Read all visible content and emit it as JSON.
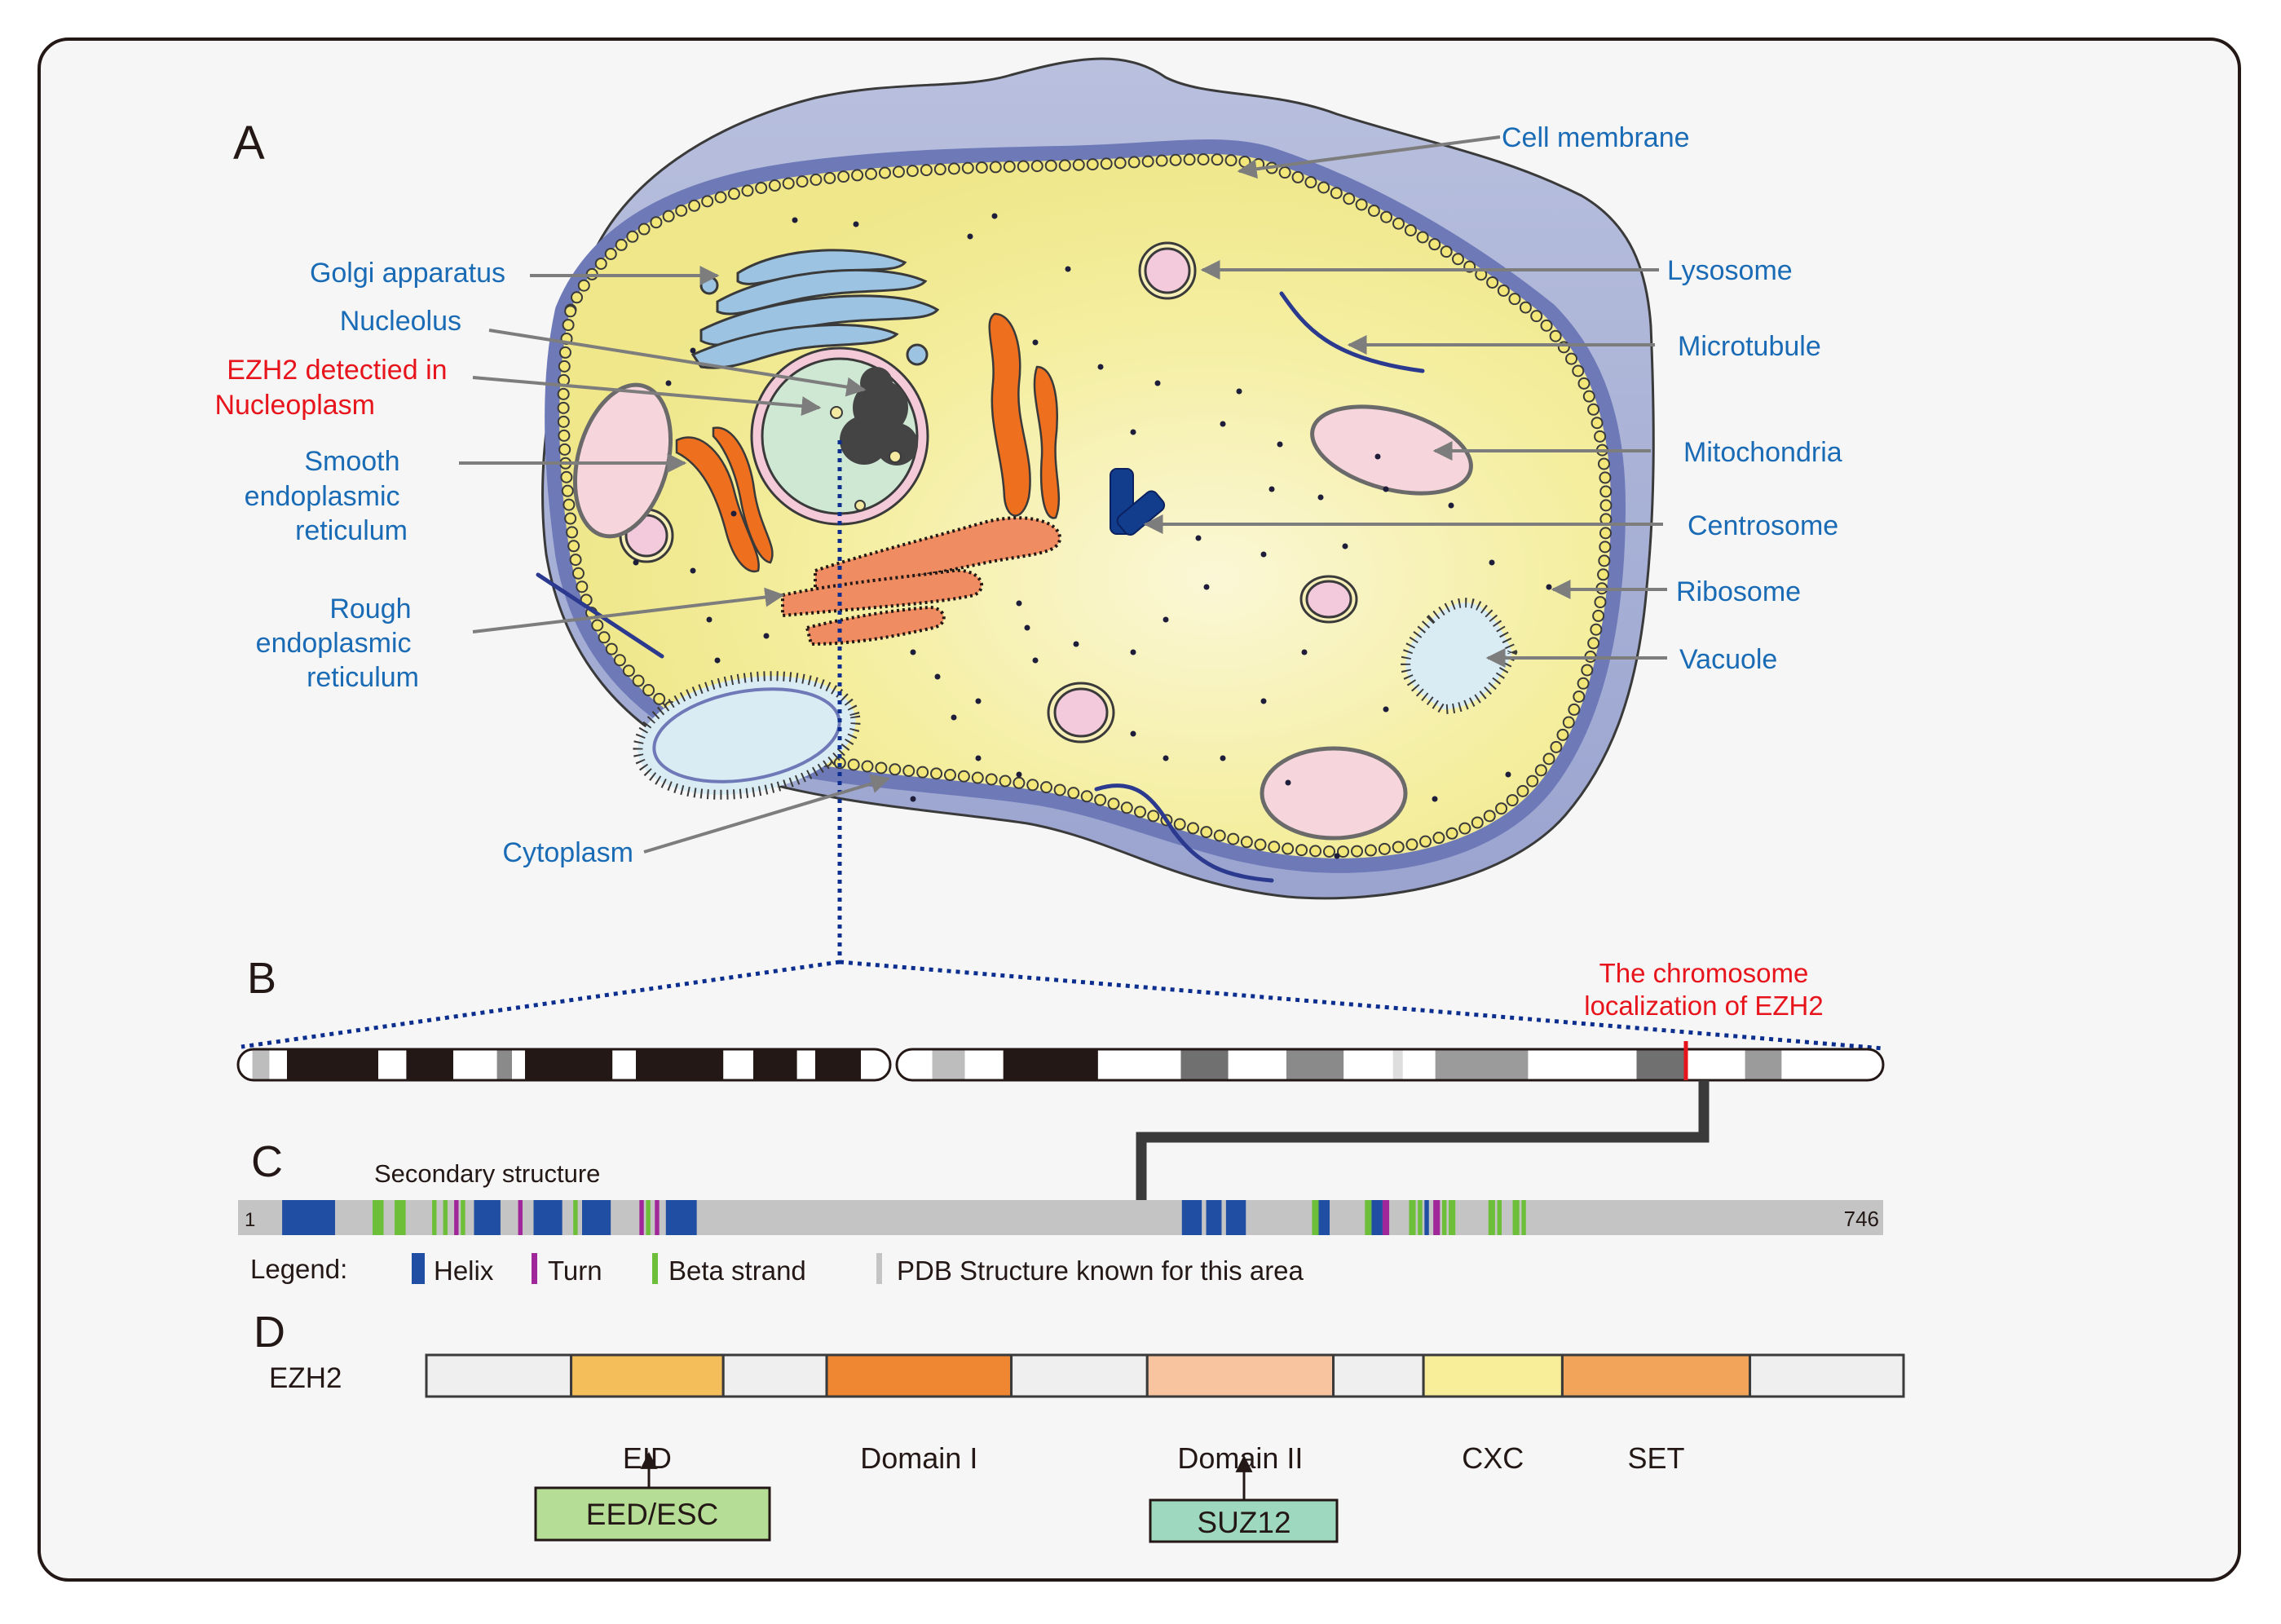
{
  "panels": {
    "A": "A",
    "B": "B",
    "C": "C",
    "D": "D"
  },
  "colors": {
    "label_blue": "#1a6bb5",
    "label_red": "#e8141c",
    "helix": "#1f4ea3",
    "turn": "#a0279a",
    "beta": "#6dbf3a",
    "pdb": "#c4c4c4",
    "dotted_line": "#0c2f8f",
    "connector": "#3a3a3a"
  },
  "panel_a": {
    "labels_left": [
      {
        "id": "golgi",
        "text": [
          "Golgi apparatus"
        ],
        "color": "blue"
      },
      {
        "id": "nucleolus",
        "text": [
          "Nucleolus"
        ],
        "color": "blue"
      },
      {
        "id": "ezh2_nucleoplasm",
        "text": [
          "EZH2 detectied in",
          "Nucleoplasm"
        ],
        "color": "red"
      },
      {
        "id": "smooth_er",
        "text": [
          "Smooth",
          "endoplasmic",
          "reticulum"
        ],
        "color": "blue"
      },
      {
        "id": "rough_er",
        "text": [
          "Rough",
          "endoplasmic",
          "reticulum"
        ],
        "color": "blue"
      },
      {
        "id": "cytoplasm",
        "text": [
          "Cytoplasm"
        ],
        "color": "blue"
      }
    ],
    "labels_right": [
      {
        "id": "cell_membrane",
        "text": "Cell membrane"
      },
      {
        "id": "lysosome",
        "text": "Lysosome"
      },
      {
        "id": "microtubule",
        "text": "Microtubule"
      },
      {
        "id": "mitochondria",
        "text": "Mitochondria"
      },
      {
        "id": "centrosome",
        "text": "Centrosome"
      },
      {
        "id": "ribosome",
        "text": "Ribosome"
      },
      {
        "id": "vacuole",
        "text": "Vacuole"
      }
    ]
  },
  "panel_b": {
    "annotation": [
      "The chromosome",
      "localization of EZH2"
    ],
    "p_arm_bands": [
      {
        "start": 0.0,
        "end": 0.022,
        "shade": "white"
      },
      {
        "start": 0.022,
        "end": 0.048,
        "shade": "lightgray"
      },
      {
        "start": 0.048,
        "end": 0.075,
        "shade": "white"
      },
      {
        "start": 0.075,
        "end": 0.215,
        "shade": "black"
      },
      {
        "start": 0.215,
        "end": 0.258,
        "shade": "white"
      },
      {
        "start": 0.258,
        "end": 0.33,
        "shade": "black"
      },
      {
        "start": 0.33,
        "end": 0.397,
        "shade": "white"
      },
      {
        "start": 0.397,
        "end": 0.42,
        "shade": "gray"
      },
      {
        "start": 0.42,
        "end": 0.44,
        "shade": "white"
      },
      {
        "start": 0.44,
        "end": 0.574,
        "shade": "black"
      },
      {
        "start": 0.574,
        "end": 0.61,
        "shade": "white"
      },
      {
        "start": 0.61,
        "end": 0.744,
        "shade": "black"
      },
      {
        "start": 0.744,
        "end": 0.79,
        "shade": "white"
      },
      {
        "start": 0.79,
        "end": 0.857,
        "shade": "black"
      },
      {
        "start": 0.857,
        "end": 0.885,
        "shade": "white"
      },
      {
        "start": 0.885,
        "end": 0.955,
        "shade": "black"
      },
      {
        "start": 0.955,
        "end": 1.0,
        "shade": "white"
      }
    ],
    "q_arm_bands": [
      {
        "start": 0.0,
        "end": 0.036,
        "shade": "white"
      },
      {
        "start": 0.036,
        "end": 0.069,
        "shade": "lightgray"
      },
      {
        "start": 0.069,
        "end": 0.108,
        "shade": "white"
      },
      {
        "start": 0.108,
        "end": 0.204,
        "shade": "black"
      },
      {
        "start": 0.204,
        "end": 0.288,
        "shade": "white"
      },
      {
        "start": 0.288,
        "end": 0.336,
        "shade": "darkgray"
      },
      {
        "start": 0.336,
        "end": 0.395,
        "shade": "white"
      },
      {
        "start": 0.395,
        "end": 0.453,
        "shade": "gray"
      },
      {
        "start": 0.453,
        "end": 0.503,
        "shade": "white"
      },
      {
        "start": 0.503,
        "end": 0.513,
        "shade": "verylight"
      },
      {
        "start": 0.513,
        "end": 0.546,
        "shade": "white"
      },
      {
        "start": 0.546,
        "end": 0.64,
        "shade": "midgray"
      },
      {
        "start": 0.64,
        "end": 0.75,
        "shade": "white"
      },
      {
        "start": 0.75,
        "end": 0.8,
        "shade": "darkgray"
      },
      {
        "start": 0.8,
        "end": 0.86,
        "shade": "white"
      },
      {
        "start": 0.86,
        "end": 0.897,
        "shade": "midgray"
      },
      {
        "start": 0.897,
        "end": 1.0,
        "shade": "white"
      }
    ],
    "ezh2_marker_q_fraction": 0.8
  },
  "panel_c": {
    "title": "Secondary structure",
    "start_label": "1",
    "end_label": "746",
    "length": 746,
    "segments": [
      {
        "type": "helix",
        "start": 20,
        "end": 44
      },
      {
        "type": "beta",
        "start": 61,
        "end": 66
      },
      {
        "type": "beta",
        "start": 71,
        "end": 76
      },
      {
        "type": "beta",
        "start": 88,
        "end": 90
      },
      {
        "type": "beta",
        "start": 93,
        "end": 95
      },
      {
        "type": "turn",
        "start": 98,
        "end": 100
      },
      {
        "type": "beta",
        "start": 101,
        "end": 103
      },
      {
        "type": "helix",
        "start": 107,
        "end": 119
      },
      {
        "type": "turn",
        "start": 127,
        "end": 129
      },
      {
        "type": "helix",
        "start": 134,
        "end": 147
      },
      {
        "type": "beta",
        "start": 152,
        "end": 154
      },
      {
        "type": "helix",
        "start": 156,
        "end": 169
      },
      {
        "type": "turn",
        "start": 182,
        "end": 184
      },
      {
        "type": "beta",
        "start": 185,
        "end": 187
      },
      {
        "type": "turn",
        "start": 189,
        "end": 191
      },
      {
        "type": "helix",
        "start": 194,
        "end": 208
      },
      {
        "type": "helix",
        "start": 428,
        "end": 437
      },
      {
        "type": "helix",
        "start": 439,
        "end": 446
      },
      {
        "type": "helix",
        "start": 448,
        "end": 457
      },
      {
        "type": "beta",
        "start": 487,
        "end": 490
      },
      {
        "type": "helix",
        "start": 490,
        "end": 495
      },
      {
        "type": "beta",
        "start": 511,
        "end": 514
      },
      {
        "type": "helix",
        "start": 514,
        "end": 519
      },
      {
        "type": "turn",
        "start": 519,
        "end": 522
      },
      {
        "type": "beta",
        "start": 531,
        "end": 534
      },
      {
        "type": "beta",
        "start": 535,
        "end": 537
      },
      {
        "type": "helix",
        "start": 538,
        "end": 540
      },
      {
        "type": "turn",
        "start": 542,
        "end": 545
      },
      {
        "type": "beta",
        "start": 546,
        "end": 548
      },
      {
        "type": "beta",
        "start": 549,
        "end": 552
      },
      {
        "type": "beta",
        "start": 567,
        "end": 570
      },
      {
        "type": "beta",
        "start": 571,
        "end": 573
      },
      {
        "type": "beta",
        "start": 578,
        "end": 581
      },
      {
        "type": "beta",
        "start": 582,
        "end": 584
      }
    ],
    "legend": {
      "title": "Legend:",
      "items": [
        {
          "type": "helix",
          "label": "Helix"
        },
        {
          "type": "turn",
          "label": "Turn"
        },
        {
          "type": "beta",
          "label": "Beta strand"
        },
        {
          "type": "pdb",
          "label": "PDB Structure known for this area"
        }
      ]
    }
  },
  "panel_d": {
    "protein_label": "EZH2",
    "domains": [
      {
        "name": "",
        "start": 0.0,
        "end": 0.098,
        "color": "#efefef"
      },
      {
        "name": "EID",
        "start": 0.098,
        "end": 0.201,
        "color": "#f4bf5a"
      },
      {
        "name": "",
        "start": 0.201,
        "end": 0.271,
        "color": "#efefef"
      },
      {
        "name": "Domain I",
        "start": 0.271,
        "end": 0.396,
        "color": "#ef8632"
      },
      {
        "name": "",
        "start": 0.396,
        "end": 0.488,
        "color": "#efefef"
      },
      {
        "name": "Domain II",
        "start": 0.488,
        "end": 0.614,
        "color": "#f8c49f"
      },
      {
        "name": "",
        "start": 0.614,
        "end": 0.675,
        "color": "#efefef"
      },
      {
        "name": "CXC",
        "start": 0.675,
        "end": 0.769,
        "color": "#f8ee9a"
      },
      {
        "name": "SET",
        "start": 0.769,
        "end": 0.896,
        "color": "#f2a55a"
      },
      {
        "name": "",
        "start": 0.896,
        "end": 1.0,
        "color": "#efefef"
      }
    ],
    "binding_partners": [
      {
        "label": "EED/ESC",
        "target": "EID",
        "color": "#b6dd95"
      },
      {
        "label": "SUZ12",
        "target": "Domain II",
        "color": "#9dd8bf"
      }
    ]
  }
}
